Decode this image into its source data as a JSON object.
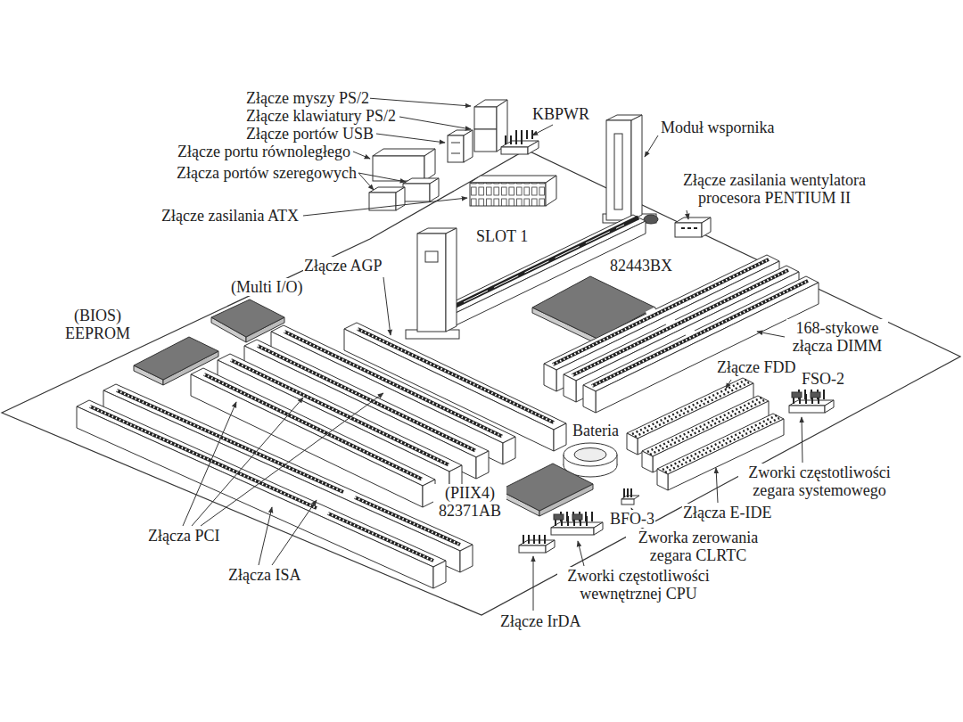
{
  "diagram": {
    "labels": [
      "Złącze myszy PS/2",
      "Złącze klawiatury PS/2",
      "Złącze portów USB",
      "Złącze portu równoległego",
      "Złącza portów szeregowych",
      "Złącze zasilania ATX",
      "KBPWR",
      "Moduł wspornika",
      "Złącze zasilania wentylatora procesora PENTIUM II",
      "SLOT 1",
      "82443BX",
      "Złącze AGP",
      "(Multi I/O)",
      "(BIOS) EEPROM",
      "168-stykowe złącza DIMM",
      "Złącze FDD",
      "FSO-2",
      "Bateria",
      "Zworki częstotliwości zegara systemowego",
      "(PIIX4) 82371AB",
      "Złącza E-IDE",
      "BFO-3",
      "Zworka zerowania zegara CLRTC",
      "Złącza PCI",
      "Zworki częstotliwości wewnętrznej CPU",
      "Złącza ISA",
      "Złącze IrDA"
    ]
  }
}
